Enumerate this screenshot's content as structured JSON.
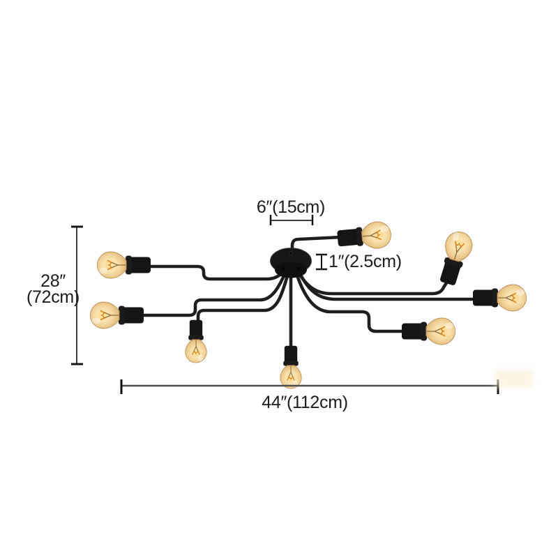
{
  "diagram": {
    "type": "product-dimension-diagram",
    "product": "8-bulb black metal sputnik semi-flush mount ceiling light with exposed Edison bulbs",
    "bulb_count": 8,
    "background": "#ffffff",
    "colors": {
      "metal": "#1b1b1b",
      "bulb_glow": "#f2cd8a",
      "bulb_glass_edge": "#b98a4e",
      "dimension_line": "#3e3e3e",
      "label_text": "#1c1c1c"
    },
    "dimensions": {
      "canopy_width": "6″(15cm)",
      "canopy_height": "1″(2.5cm)",
      "height_in": "28″",
      "height_cm": "(72cm)",
      "width": "44″(112cm)"
    }
  }
}
